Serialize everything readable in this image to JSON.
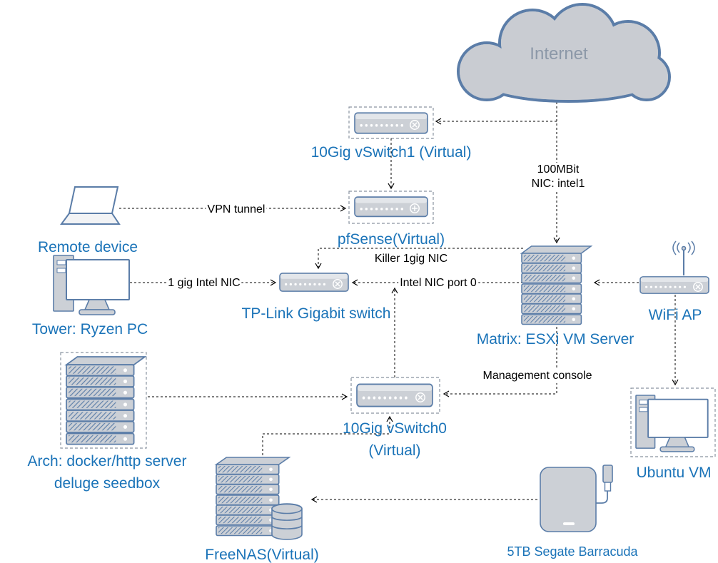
{
  "diagram": {
    "nodes": {
      "internet": {
        "label": "Internet"
      },
      "vswitch1": {
        "label": "10Gig vSwitch1 (Virtual)"
      },
      "pfsense": {
        "label": "pfSense(Virtual)"
      },
      "remote_device": {
        "label": "Remote device"
      },
      "tower_pc": {
        "label": "Tower: Ryzen PC"
      },
      "tplink_switch": {
        "label": "TP-Link Gigabit switch"
      },
      "matrix_server": {
        "label": "Matrix: ESXi VM Server"
      },
      "wifi_ap": {
        "label": "WiFi AP"
      },
      "arch_server": {
        "line1": "Arch: docker/http server",
        "line2": "deluge seedbox"
      },
      "vswitch0": {
        "line1": "10Gig vSwitch0",
        "line2": "(Virtual)"
      },
      "freenas": {
        "label": "FreeNAS(Virtual)"
      },
      "barracuda": {
        "label": "5TB Segate Barracuda"
      },
      "ubuntu_vm": {
        "label": "Ubuntu VM"
      }
    },
    "edge_labels": {
      "wan": {
        "line1": "100MBit",
        "line2": "NIC: intel1"
      },
      "vpn_tunnel": {
        "label": "VPN tunnel"
      },
      "killer_nic": {
        "label": "Killer 1gig NIC"
      },
      "intel_1gig_nic": {
        "label": "1 gig Intel NIC"
      },
      "intel_nic_port0": {
        "label": "Intel NIC port 0"
      },
      "management_console": {
        "label": "Management console"
      }
    },
    "colors": {
      "node_label": "#1a73b8",
      "internet_label": "#8c98a8",
      "icon_fill": "#ccd0d6",
      "icon_stroke": "#5b7da8",
      "edge": "#000000",
      "dashed_box": "#8a94a0"
    }
  }
}
